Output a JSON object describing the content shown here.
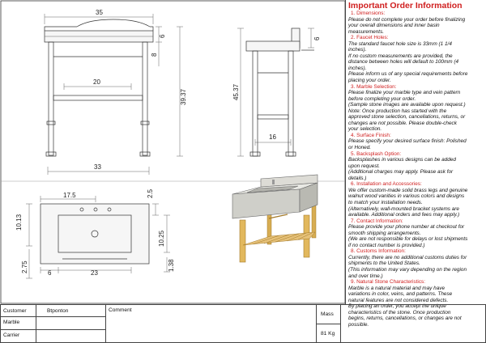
{
  "drawing": {
    "front_view": {
      "width": "35",
      "inner_span": "20",
      "base_width": "33",
      "back_height": "6",
      "top_to_shelf": "8",
      "overall_height": "39.37"
    },
    "side_view": {
      "back_height": "6",
      "overall_height": "45.37",
      "leg_depth": "16"
    },
    "top_view": {
      "faucet_offset": "17.5",
      "back_gap": "2.5",
      "depth": "10.13",
      "bowl_depth": "10.25",
      "front_gap": "2.75",
      "rim": "6",
      "bowl_width": "23",
      "edge": "1.38"
    }
  },
  "info": {
    "title": "Important Order Information",
    "sections": [
      {
        "heading": "1. Dimensions:",
        "lines": [
          "Please do not complete your order before finalizing",
          "your overall dimensions and inner basin",
          "measurements."
        ]
      },
      {
        "heading": "2. Faucet Holes:",
        "lines": [
          "The standard faucet hole size is 33mm (1 1/4",
          "inches).",
          "If no custom measurements are provided, the",
          "distance between holes will default to 100mm (4",
          "inches).",
          "Please inform us of any special requirements before",
          "placing your order."
        ]
      },
      {
        "heading": "3. Marble Selection:",
        "lines": [
          "Please finalize your marble type and vein pattern",
          "before completing your order.",
          "(Sample stone images are available upon request.)",
          "Note: Once production has started with the",
          "approved stone selection, cancellations, returns, or",
          "changes are not possible. Please double-check",
          "your selection."
        ]
      },
      {
        "heading": "4. Surface Finish:",
        "lines": [
          "Please specify your desired surface finish: Polished",
          "or Honed."
        ]
      },
      {
        "heading": "5. Backsplash Option:",
        "lines": [
          "Backsplashes in various designs can be added",
          "upon request.",
          "(Additional charges may apply. Please ask for",
          "details.)"
        ]
      },
      {
        "heading": "6. Installation and Accessories:",
        "lines": [
          "We offer custom-made solid brass legs and genuine",
          "walnut wood vanities in various colors and designs",
          "to match your installation needs.",
          "(Alternatively, wall-mounted bracket systems are",
          "available. Additional orders and fees may apply.)"
        ]
      },
      {
        "heading": "7. Contact Information:",
        "lines": [
          "Please provide your phone number at checkout for",
          "smooth shipping arrangements.",
          "(We are not responsible for delays or lost shipments",
          "if no contact number is provided.)"
        ]
      },
      {
        "heading": "8. Customs Information:",
        "lines": [
          "Currently, there are no additional customs duties for",
          "shipments to the United States.",
          "(This information may vary depending on the region",
          "and over time.)"
        ]
      },
      {
        "heading": "9. Natural Stone Characteristics:",
        "lines": [
          "Marble is a natural material and may have",
          "variations in color, veins, and patterns. These",
          "natural features are not considered defects.",
          "By placing an order, you accept the unique",
          "characteristics of the stone. Once production",
          "begins, returns, cancellations, or changes are not",
          "possible."
        ]
      }
    ]
  },
  "table": {
    "customer_label": "Customer",
    "customer_value": "Btponton",
    "comment_label": "Comment",
    "marble_label": "Marble",
    "carrier_label": "Carrier",
    "mass_label": "Mass",
    "mass_value": "81 Kg"
  }
}
